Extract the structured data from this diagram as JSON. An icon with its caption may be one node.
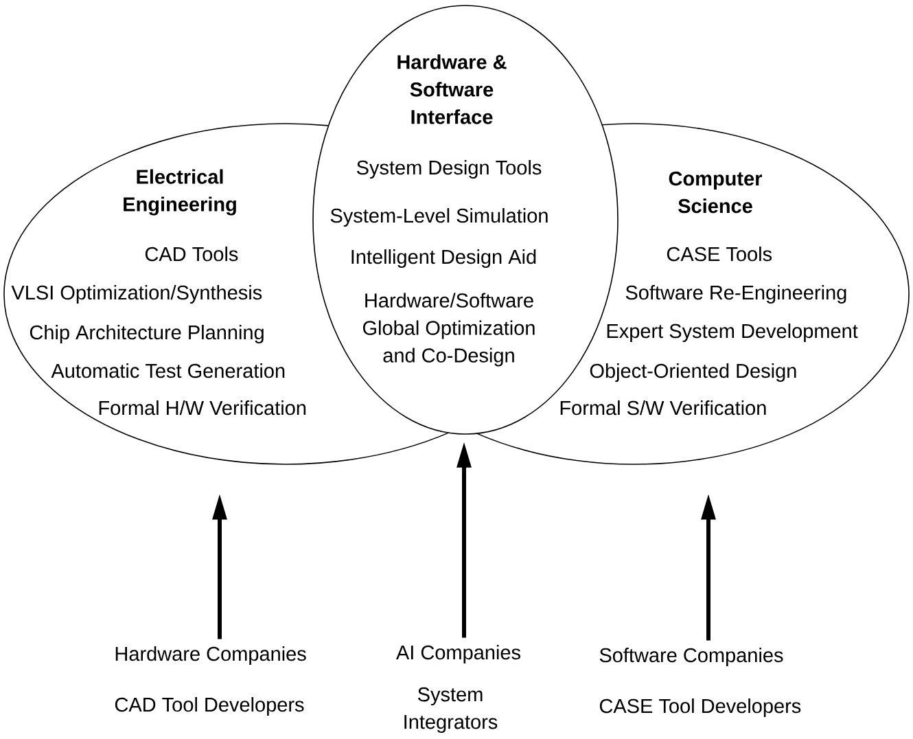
{
  "diagram": {
    "nodes": [
      {
        "text": [
          "Electrical Engineering",
          "CAD Tools",
          "VLSI Optimization/Synthesis",
          "Chip Architecture Planning",
          "Automatic Test Generation",
          "Formal H/W Verification"
        ]
      },
      {
        "text": [
          "Hardware & Software Interface",
          "System Design Tools",
          "System-Level Simulation",
          "Intelligent Design Aid",
          "Hardware/Software Global Optimization and Co-Design"
        ]
      },
      {
        "text": [
          "Computer Science",
          "CASE Tools",
          "Software Re-Engineering",
          "Expert System Development",
          "Object-Oriented Design",
          "Formal S/W Verification"
        ]
      },
      {
        "text": [
          "Hardware Companies",
          "CAD Tool Developers"
        ]
      },
      {
        "text": [
          "AI Companies",
          "System Integrators"
        ]
      },
      {
        "text": [
          "Software Companies",
          "CASE Tool Developers"
        ]
      }
    ],
    "edges": [
      {
        "from": 3,
        "to": 0,
        "arrow": "to"
      },
      {
        "from": 4,
        "to": 1,
        "arrow": "to"
      },
      {
        "from": 5,
        "to": 2,
        "arrow": "to"
      }
    ]
  }
}
